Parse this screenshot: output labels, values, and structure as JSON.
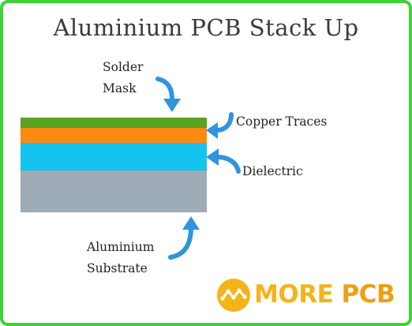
{
  "title": "Aluminium PCB Stack Up",
  "layers": [
    {
      "name": "Solder Mask",
      "color": "#5aa31f"
    },
    {
      "name": "Copper Traces",
      "color": "#fa8a12"
    },
    {
      "name": "Dielectric",
      "color": "#14c3ee"
    },
    {
      "name": "Aluminium Substrate",
      "color": "#9eacb8"
    }
  ],
  "labels": {
    "solder_mask": [
      "Solder",
      "Mask"
    ],
    "copper_traces": "Copper Traces",
    "dielectric": "Dielectric",
    "aluminium_substrate": [
      "Aluminium",
      "Substrate"
    ]
  },
  "logo": {
    "word1": "MORE",
    "word2": "PCB",
    "icon": "chart-badge-icon"
  },
  "colors": {
    "arrow": "#2f95dd",
    "frame": "#3fd13a",
    "logo_orange": "#f5b31a"
  }
}
